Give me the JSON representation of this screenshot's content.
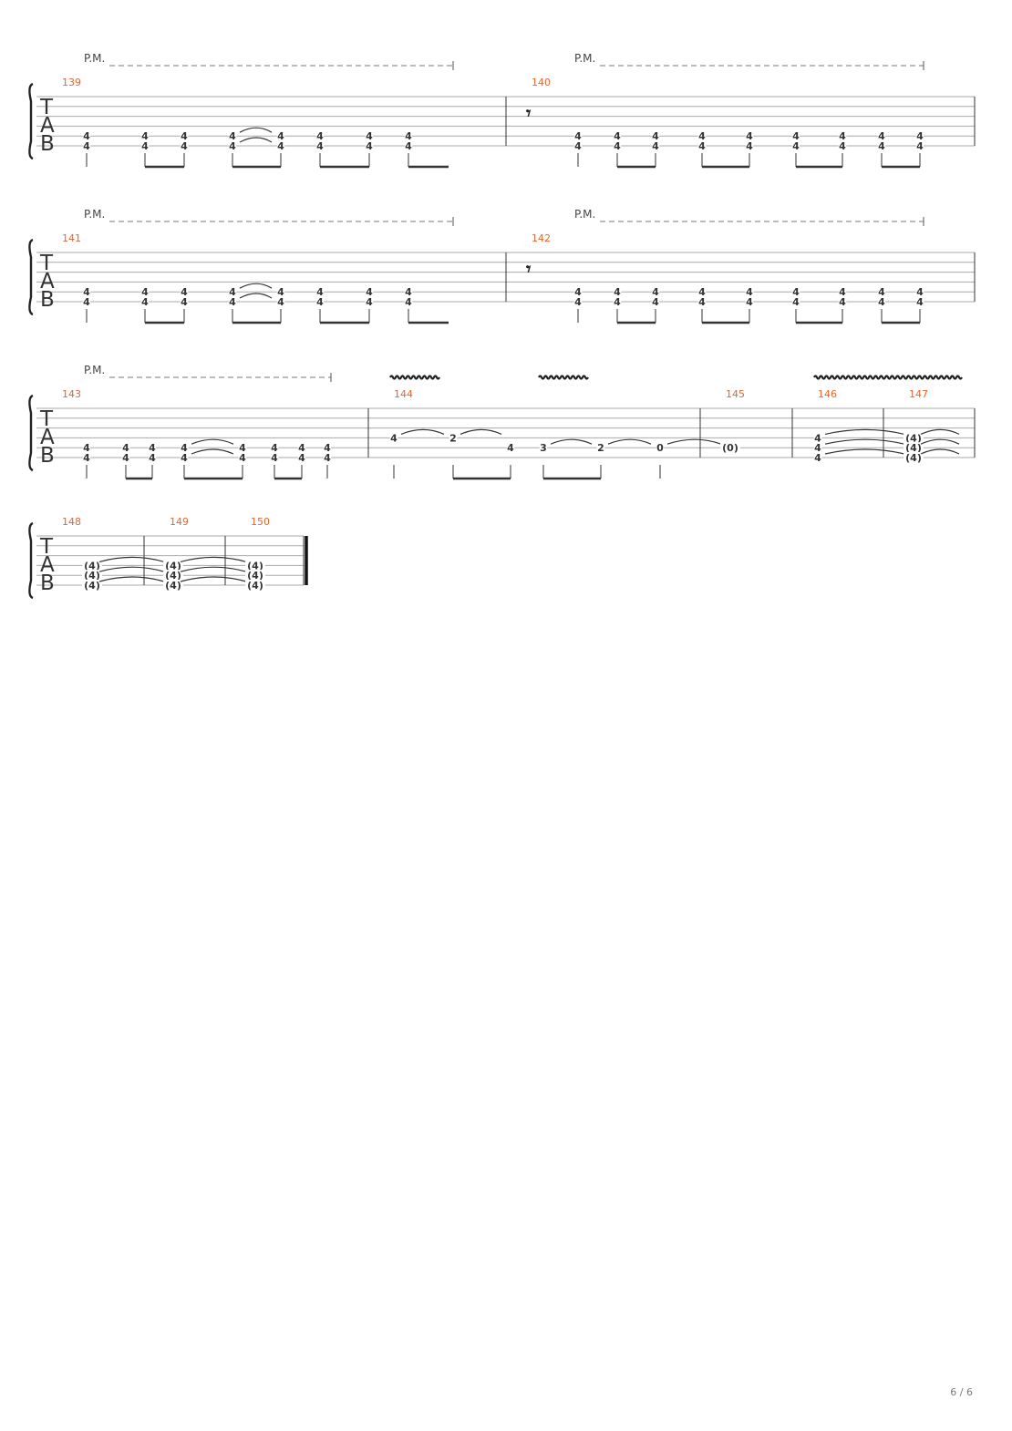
{
  "palm_mute_label": "P.M.",
  "tab_letters": [
    "T",
    "A",
    "B"
  ],
  "accent_color": "#e8642c",
  "page_number": "6 / 6",
  "systems": [
    {
      "palm_mute_sections": 2,
      "vibrato": false,
      "measures": [
        {
          "number": "139",
          "rest": false,
          "notes": [
            {
              "frets": [
                {
                  "string": 5,
                  "fret": "4"
                },
                {
                  "string": 6,
                  "fret": "4"
                }
              ],
              "tie": false
            },
            {
              "frets": [
                {
                  "string": 5,
                  "fret": "4"
                },
                {
                  "string": 6,
                  "fret": "4"
                }
              ],
              "tie": false
            },
            {
              "frets": [
                {
                  "string": 5,
                  "fret": "4"
                },
                {
                  "string": 6,
                  "fret": "4"
                }
              ],
              "tie": false
            },
            {
              "frets": [
                {
                  "string": 5,
                  "fret": "4"
                },
                {
                  "string": 6,
                  "fret": "4"
                }
              ],
              "tie": true
            },
            {
              "frets": [
                {
                  "string": 5,
                  "fret": "4"
                },
                {
                  "string": 6,
                  "fret": "4"
                }
              ],
              "tie": false
            },
            {
              "frets": [
                {
                  "string": 5,
                  "fret": "4"
                },
                {
                  "string": 6,
                  "fret": "4"
                }
              ],
              "tie": false
            },
            {
              "frets": [
                {
                  "string": 5,
                  "fret": "4"
                },
                {
                  "string": 6,
                  "fret": "4"
                }
              ],
              "tie": false
            },
            {
              "frets": [
                {
                  "string": 5,
                  "fret": "4"
                },
                {
                  "string": 6,
                  "fret": "4"
                }
              ],
              "tie": false
            }
          ]
        },
        {
          "number": "140",
          "rest": true,
          "notes": [
            {
              "frets": [
                {
                  "string": 5,
                  "fret": "4"
                },
                {
                  "string": 6,
                  "fret": "4"
                }
              ],
              "tie": false
            },
            {
              "frets": [
                {
                  "string": 5,
                  "fret": "4"
                },
                {
                  "string": 6,
                  "fret": "4"
                }
              ],
              "tie": false
            },
            {
              "frets": [
                {
                  "string": 5,
                  "fret": "4"
                },
                {
                  "string": 6,
                  "fret": "4"
                }
              ],
              "tie": false
            },
            {
              "frets": [
                {
                  "string": 5,
                  "fret": "4"
                },
                {
                  "string": 6,
                  "fret": "4"
                }
              ],
              "tie": false
            },
            {
              "frets": [
                {
                  "string": 5,
                  "fret": "4"
                },
                {
                  "string": 6,
                  "fret": "4"
                }
              ],
              "tie": false
            },
            {
              "frets": [
                {
                  "string": 5,
                  "fret": "4"
                },
                {
                  "string": 6,
                  "fret": "4"
                }
              ],
              "tie": false
            },
            {
              "frets": [
                {
                  "string": 5,
                  "fret": "4"
                },
                {
                  "string": 6,
                  "fret": "4"
                }
              ],
              "tie": false
            },
            {
              "frets": [
                {
                  "string": 5,
                  "fret": "4"
                },
                {
                  "string": 6,
                  "fret": "4"
                }
              ],
              "tie": false
            },
            {
              "frets": [
                {
                  "string": 5,
                  "fret": "4"
                },
                {
                  "string": 6,
                  "fret": "4"
                }
              ],
              "tie": false
            }
          ]
        }
      ]
    },
    {
      "palm_mute_sections": 2,
      "vibrato": false,
      "measures": [
        {
          "number": "141",
          "rest": false,
          "notes": [
            {
              "frets": [
                {
                  "string": 5,
                  "fret": "4"
                },
                {
                  "string": 6,
                  "fret": "4"
                }
              ],
              "tie": false
            },
            {
              "frets": [
                {
                  "string": 5,
                  "fret": "4"
                },
                {
                  "string": 6,
                  "fret": "4"
                }
              ],
              "tie": false
            },
            {
              "frets": [
                {
                  "string": 5,
                  "fret": "4"
                },
                {
                  "string": 6,
                  "fret": "4"
                }
              ],
              "tie": false
            },
            {
              "frets": [
                {
                  "string": 5,
                  "fret": "4"
                },
                {
                  "string": 6,
                  "fret": "4"
                }
              ],
              "tie": true
            },
            {
              "frets": [
                {
                  "string": 5,
                  "fret": "4"
                },
                {
                  "string": 6,
                  "fret": "4"
                }
              ],
              "tie": false
            },
            {
              "frets": [
                {
                  "string": 5,
                  "fret": "4"
                },
                {
                  "string": 6,
                  "fret": "4"
                }
              ],
              "tie": false
            },
            {
              "frets": [
                {
                  "string": 5,
                  "fret": "4"
                },
                {
                  "string": 6,
                  "fret": "4"
                }
              ],
              "tie": false
            },
            {
              "frets": [
                {
                  "string": 5,
                  "fret": "4"
                },
                {
                  "string": 6,
                  "fret": "4"
                }
              ],
              "tie": false
            }
          ]
        },
        {
          "number": "142",
          "rest": true,
          "notes": [
            {
              "frets": [
                {
                  "string": 5,
                  "fret": "4"
                },
                {
                  "string": 6,
                  "fret": "4"
                }
              ],
              "tie": false
            },
            {
              "frets": [
                {
                  "string": 5,
                  "fret": "4"
                },
                {
                  "string": 6,
                  "fret": "4"
                }
              ],
              "tie": false
            },
            {
              "frets": [
                {
                  "string": 5,
                  "fret": "4"
                },
                {
                  "string": 6,
                  "fret": "4"
                }
              ],
              "tie": false
            },
            {
              "frets": [
                {
                  "string": 5,
                  "fret": "4"
                },
                {
                  "string": 6,
                  "fret": "4"
                }
              ],
              "tie": false
            },
            {
              "frets": [
                {
                  "string": 5,
                  "fret": "4"
                },
                {
                  "string": 6,
                  "fret": "4"
                }
              ],
              "tie": false
            },
            {
              "frets": [
                {
                  "string": 5,
                  "fret": "4"
                },
                {
                  "string": 6,
                  "fret": "4"
                }
              ],
              "tie": false
            },
            {
              "frets": [
                {
                  "string": 5,
                  "fret": "4"
                },
                {
                  "string": 6,
                  "fret": "4"
                }
              ],
              "tie": false
            },
            {
              "frets": [
                {
                  "string": 5,
                  "fret": "4"
                },
                {
                  "string": 6,
                  "fret": "4"
                }
              ],
              "tie": false
            },
            {
              "frets": [
                {
                  "string": 5,
                  "fret": "4"
                },
                {
                  "string": 6,
                  "fret": "4"
                }
              ],
              "tie": false
            }
          ]
        }
      ]
    },
    {
      "palm_mute_sections": 1,
      "vibrato": true,
      "measures": [
        {
          "number": "143",
          "rest": false,
          "notes": [
            {
              "frets": [
                {
                  "string": 5,
                  "fret": "4"
                },
                {
                  "string": 6,
                  "fret": "4"
                }
              ],
              "tie": false
            },
            {
              "frets": [
                {
                  "string": 5,
                  "fret": "4"
                },
                {
                  "string": 6,
                  "fret": "4"
                }
              ],
              "tie": false
            },
            {
              "frets": [
                {
                  "string": 5,
                  "fret": "4"
                },
                {
                  "string": 6,
                  "fret": "4"
                }
              ],
              "tie": false
            },
            {
              "frets": [
                {
                  "string": 5,
                  "fret": "4"
                },
                {
                  "string": 6,
                  "fret": "4"
                }
              ],
              "tie": true
            },
            {
              "frets": [
                {
                  "string": 5,
                  "fret": "4"
                },
                {
                  "string": 6,
                  "fret": "4"
                }
              ],
              "tie": false
            },
            {
              "frets": [
                {
                  "string": 5,
                  "fret": "4"
                },
                {
                  "string": 6,
                  "fret": "4"
                }
              ],
              "tie": false
            },
            {
              "frets": [
                {
                  "string": 5,
                  "fret": "4"
                },
                {
                  "string": 6,
                  "fret": "4"
                }
              ],
              "tie": false
            },
            {
              "frets": [
                {
                  "string": 5,
                  "fret": "4"
                },
                {
                  "string": 6,
                  "fret": "4"
                }
              ],
              "tie": false
            }
          ]
        },
        {
          "number": "144",
          "rest": false,
          "notes": [
            {
              "frets": [
                {
                  "string": 4,
                  "fret": "4"
                }
              ],
              "tie": true
            },
            {
              "frets": [
                {
                  "string": 4,
                  "fret": "2"
                }
              ],
              "tie": true
            },
            {
              "frets": [
                {
                  "string": 5,
                  "fret": "4"
                }
              ],
              "tie": false
            },
            {
              "frets": [
                {
                  "string": 5,
                  "fret": "3"
                }
              ],
              "tie": true
            },
            {
              "frets": [
                {
                  "string": 5,
                  "fret": "2"
                }
              ],
              "tie": true
            },
            {
              "frets": [
                {
                  "string": 5,
                  "fret": "0"
                }
              ],
              "tie": true
            }
          ]
        },
        {
          "number": "145",
          "rest": false,
          "notes": [
            {
              "frets": [
                {
                  "string": 5,
                  "fret": "(0)"
                }
              ],
              "tie": false
            }
          ]
        },
        {
          "number": "146",
          "rest": false,
          "notes": [
            {
              "frets": [
                {
                  "string": 4,
                  "fret": "4"
                },
                {
                  "string": 5,
                  "fret": "4"
                },
                {
                  "string": 6,
                  "fret": "4"
                }
              ],
              "tie": true
            }
          ]
        },
        {
          "number": "147",
          "rest": false,
          "notes": [
            {
              "frets": [
                {
                  "string": 4,
                  "fret": "(4)"
                },
                {
                  "string": 5,
                  "fret": "(4)"
                },
                {
                  "string": 6,
                  "fret": "(4)"
                }
              ],
              "tie": true
            }
          ]
        }
      ]
    },
    {
      "palm_mute_sections": 0,
      "vibrato": false,
      "measures": [
        {
          "number": "148",
          "rest": false,
          "notes": [
            {
              "frets": [
                {
                  "string": 4,
                  "fret": "(4)"
                },
                {
                  "string": 5,
                  "fret": "(4)"
                },
                {
                  "string": 6,
                  "fret": "(4)"
                }
              ],
              "tie": true
            }
          ]
        },
        {
          "number": "149",
          "rest": false,
          "notes": [
            {
              "frets": [
                {
                  "string": 4,
                  "fret": "(4)"
                },
                {
                  "string": 5,
                  "fret": "(4)"
                },
                {
                  "string": 6,
                  "fret": "(4)"
                }
              ],
              "tie": true
            }
          ]
        },
        {
          "number": "150",
          "rest": false,
          "notes": [
            {
              "frets": [
                {
                  "string": 4,
                  "fret": "(4)"
                },
                {
                  "string": 5,
                  "fret": "(4)"
                },
                {
                  "string": 6,
                  "fret": "(4)"
                }
              ],
              "tie": false
            }
          ]
        }
      ]
    }
  ]
}
